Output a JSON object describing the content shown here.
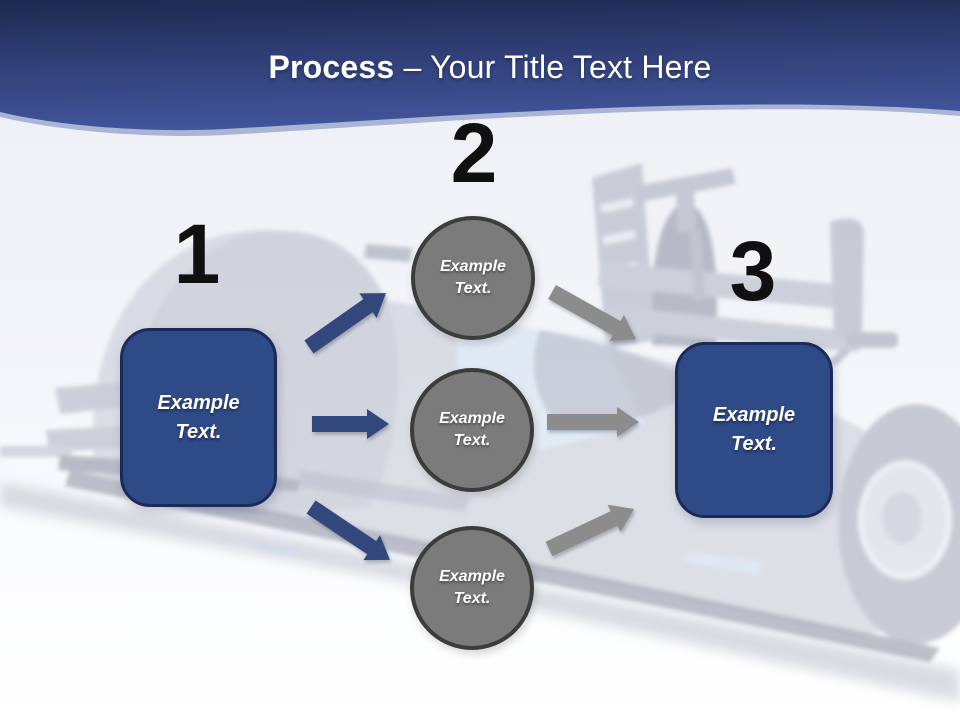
{
  "title": {
    "emphasis": "Process",
    "rest": " – Your Title Text Here"
  },
  "steps": {
    "step1": {
      "number": "1",
      "box_label": "Example\nText."
    },
    "step2": {
      "number": "2",
      "circles": [
        {
          "label": "Example\nText."
        },
        {
          "label": "Example\nText."
        },
        {
          "label": "Example\nText."
        }
      ]
    },
    "step3": {
      "number": "3",
      "box_label": "Example\nText."
    }
  },
  "background": {
    "image": "faded-race-car"
  },
  "colors": {
    "header_top": "#1e2850",
    "header_mid": "#2f3e74",
    "header_bottom": "#42549b",
    "header_edge_highlight": "#7083ba",
    "title_text": "#ffffff",
    "box_fill": "#2e4a87",
    "box_border": "#1d2a58",
    "circle_fill": "#7b7b7b",
    "circle_border": "#3c3c3c",
    "arrow_blue": "#31477c",
    "arrow_gray": "#8c8c8c",
    "number_text": "#101010",
    "page_background": "#f3f4f8"
  }
}
